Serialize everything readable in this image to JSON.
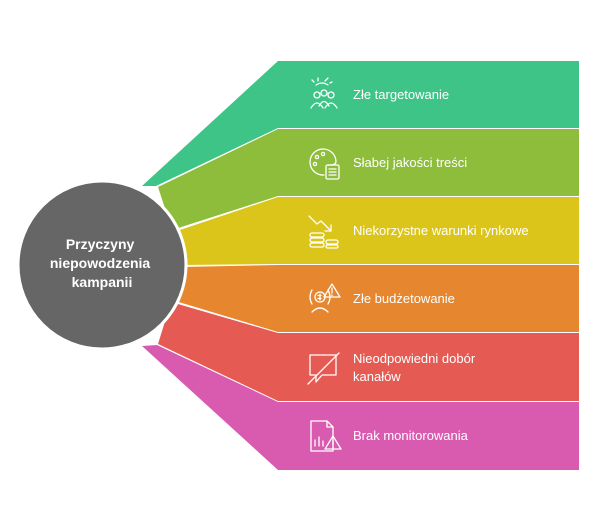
{
  "center": {
    "lines": [
      "Przyczyny",
      "niepowodzenia",
      "kampanii"
    ],
    "color": "#666666"
  },
  "branches": [
    {
      "lines": [
        "Złe targetowanie"
      ],
      "icon": "audience-target-icon",
      "color": "#3dc486"
    },
    {
      "lines": [
        "Słabej jakości treści"
      ],
      "icon": "palette-document-icon",
      "color": "#8dbd3a"
    },
    {
      "lines": [
        "Niekorzystne warunki rynkowe"
      ],
      "icon": "declining-trend-coins-icon",
      "color": "#dcc51a"
    },
    {
      "lines": [
        "Złe budżetowanie"
      ],
      "icon": "budget-warning-icon",
      "color": "#e6862e"
    },
    {
      "lines": [
        "Nieodpowiedni dobór",
        "kanałów"
      ],
      "icon": "blocked-channel-icon",
      "color": "#e55a52"
    },
    {
      "lines": [
        "Brak monitorowania"
      ],
      "icon": "chart-alert-icon",
      "color": "#d95bb0"
    }
  ]
}
